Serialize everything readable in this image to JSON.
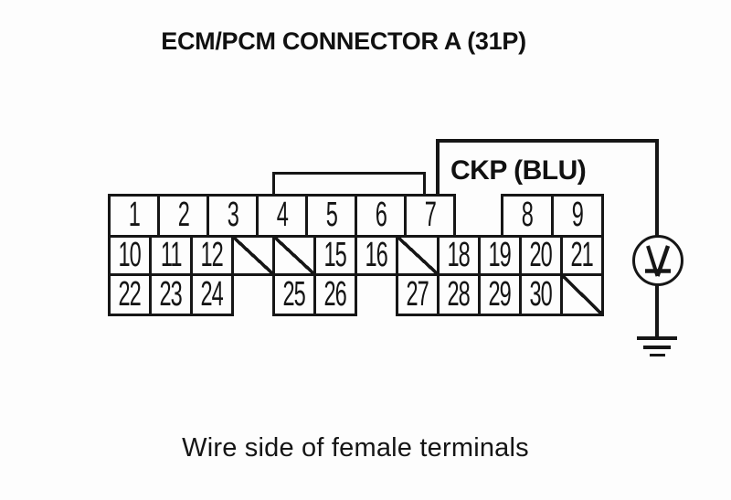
{
  "title": "ECM/PCM CONNECTOR A (31P)",
  "caption": "Wire side of female terminals",
  "wire": {
    "label": "CKP (BLU)",
    "connects_to_pin": "7"
  },
  "icons": {
    "meter": "voltmeter-icon",
    "ground": "ground-icon",
    "meter_symbol": "V"
  },
  "colors": {
    "line": "#161616",
    "background": "#ffffff"
  },
  "connector": {
    "rows": [
      {
        "cells": [
          {
            "pin": "1"
          },
          {
            "pin": "2"
          },
          {
            "pin": "3"
          },
          {
            "pin": "4"
          },
          {
            "pin": "5"
          },
          {
            "pin": "6"
          },
          {
            "pin": "7"
          },
          {
            "gap": true
          },
          {
            "pin": "8"
          },
          {
            "pin": "9"
          }
        ]
      },
      {
        "cells": [
          {
            "pin": "10"
          },
          {
            "pin": "11"
          },
          {
            "pin": "12"
          },
          {
            "blank": true
          },
          {
            "blank": true
          },
          {
            "pin": "15"
          },
          {
            "pin": "16"
          },
          {
            "blank": true
          },
          {
            "pin": "18"
          },
          {
            "pin": "19"
          },
          {
            "pin": "20"
          },
          {
            "pin": "21"
          }
        ]
      },
      {
        "cells": [
          {
            "pin": "22"
          },
          {
            "pin": "23"
          },
          {
            "pin": "24"
          },
          {
            "gap": true
          },
          {
            "pin": "25"
          },
          {
            "pin": "26"
          },
          {
            "gap": true
          },
          {
            "pin": "27"
          },
          {
            "pin": "28"
          },
          {
            "pin": "29"
          },
          {
            "pin": "30"
          },
          {
            "blank": true
          }
        ]
      }
    ]
  }
}
